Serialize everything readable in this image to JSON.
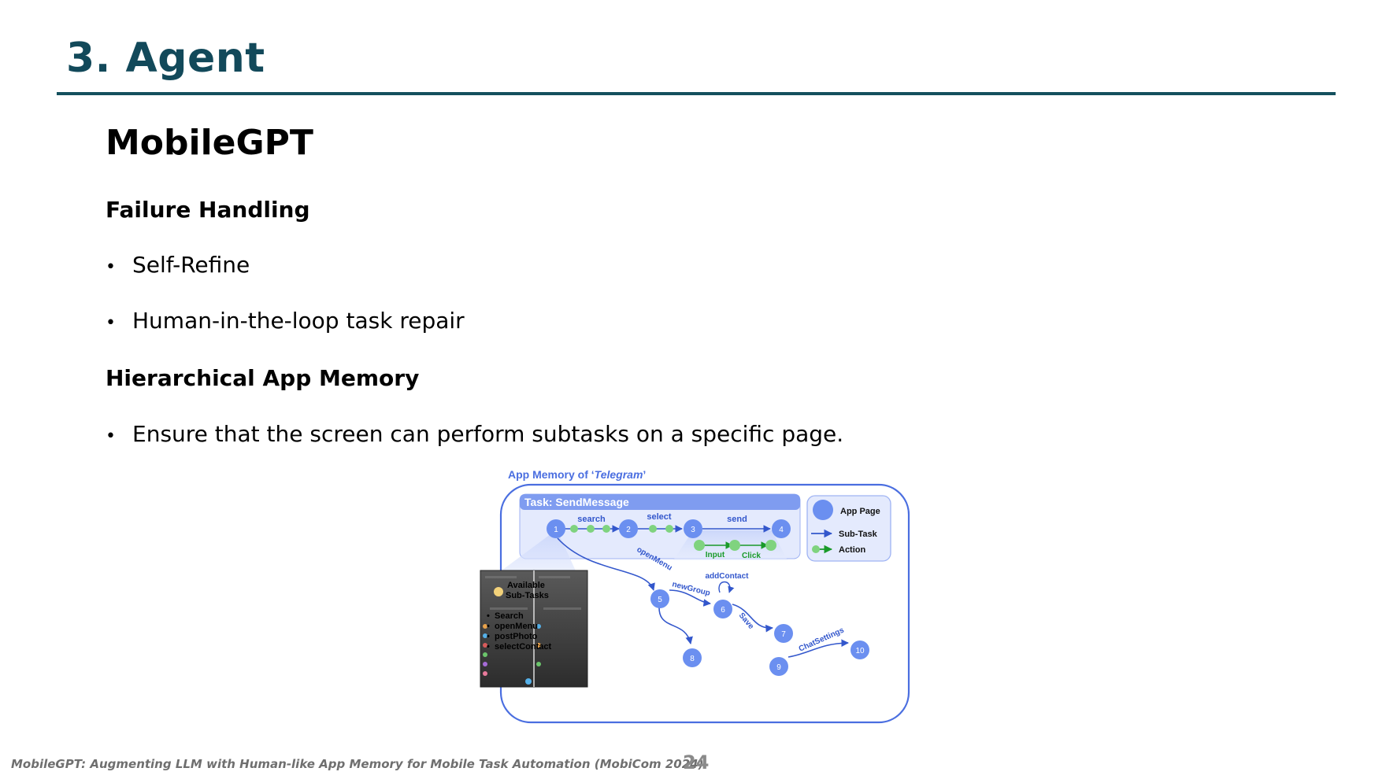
{
  "slide": {
    "title": "3. Agent",
    "section_title": "MobileGPT",
    "headings": [
      "Failure Handling",
      "Hierarchical App Memory"
    ],
    "failure_bullets": [
      "Self-Refine",
      "Human-in-the-loop task repair"
    ],
    "memory_bullets": [
      "Ensure that the screen can perform subtasks on a specific page."
    ],
    "bullet_glyph": "•"
  },
  "figure": {
    "title_prefix": "App Memory of ‘",
    "title_app": "Telegram",
    "title_suffix": "’",
    "task_label": "Task: SendMessage",
    "nodes": [
      "1",
      "2",
      "3",
      "4",
      "5",
      "6",
      "7",
      "8",
      "9",
      "10"
    ],
    "edge_labels": [
      "search",
      "select",
      "send",
      "openMenu",
      "newGroup",
      "addContact",
      "Save",
      "ChatSettings"
    ],
    "action_labels": [
      "Input",
      "Click"
    ],
    "legend": [
      "App Page",
      "Sub-Task",
      "Action"
    ],
    "popup_title_line1": "Available",
    "popup_title_line2": "Sub-Tasks",
    "popup_items": [
      "Search",
      "openMenu",
      "postPhoto",
      "selectContact"
    ],
    "colors": {
      "node": "#6b8ff0",
      "edge": "#3357cc",
      "action": "#7fd37f",
      "action_text": "#1a9a2a",
      "frame": "#4a6ee0",
      "task_header": "#7f9cf0"
    }
  },
  "footer": {
    "citation": "MobileGPT: Augmenting LLM with Human-like App Memory for Mobile Task Automation (MobiCom 2024)",
    "page": "24"
  }
}
